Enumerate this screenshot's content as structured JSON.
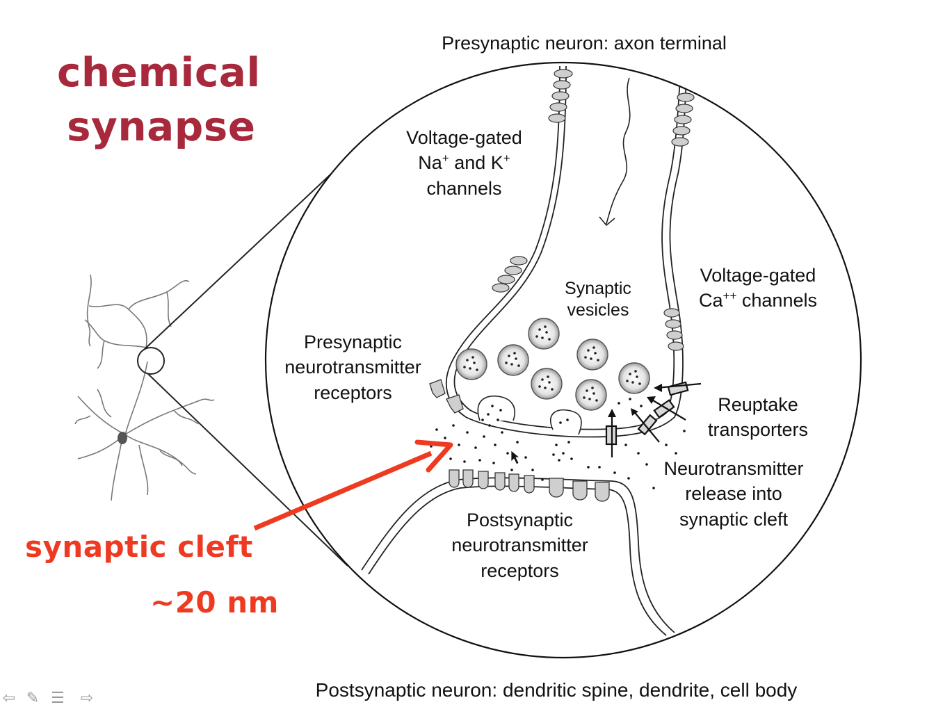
{
  "title": {
    "line1": "chemical",
    "line2": "synapse"
  },
  "annotation": {
    "cleft_label": "synaptic cleft",
    "cleft_size": "~20 nm"
  },
  "labels": {
    "top": "Presynaptic neuron: axon terminal",
    "bottom": "Postsynaptic neuron: dendritic spine, dendrite, cell body",
    "na_k": {
      "l1": "Voltage-gated",
      "l2a": "Na",
      "l2b": "and K",
      "plus": "+",
      "l3": "channels"
    },
    "ca": {
      "l1": "Voltage-gated",
      "l2a": "Ca",
      "sup": "++",
      "l2b": " channels"
    },
    "vesicles": {
      "l1": "Synaptic",
      "l2": "vesicles"
    },
    "pre_receptors": {
      "l1": "Presynaptic",
      "l2": "neurotransmitter",
      "l3": "receptors"
    },
    "reuptake": {
      "l1": "Reuptake",
      "l2": "transporters"
    },
    "nt_release": {
      "l1": "Neurotransmitter",
      "l2": "release into",
      "l3": "synaptic cleft"
    },
    "post_receptors": {
      "l1": "Postsynaptic",
      "l2": "neurotransmitter",
      "l3": "receptors"
    }
  },
  "colors": {
    "title": "#a8283c",
    "annotation": "#ef3a22",
    "line": "#222222"
  },
  "toolbar": {
    "back_icon": "arrow-left-icon",
    "pen_icon": "pen-icon",
    "menu_icon": "menu-icon",
    "next_icon": "arrow-right-icon"
  }
}
